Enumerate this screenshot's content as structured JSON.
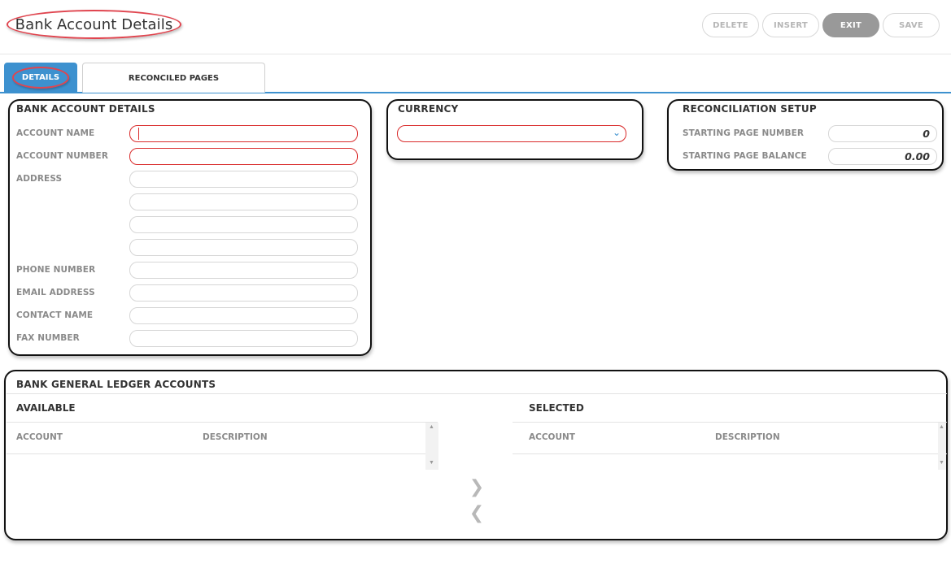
{
  "header": {
    "title": "Bank Account Details",
    "buttons": {
      "delete": "DELETE",
      "insert": "INSERT",
      "exit": "EXIT",
      "save": "SAVE"
    }
  },
  "tabs": {
    "details": "DETAILS",
    "reconciled": "RECONCILED PAGES"
  },
  "bank_details": {
    "title": "BANK ACCOUNT DETAILS",
    "account_name": {
      "label": "ACCOUNT NAME",
      "value": ""
    },
    "account_number": {
      "label": "ACCOUNT NUMBER",
      "value": ""
    },
    "address": {
      "label": "ADDRESS",
      "lines": [
        "",
        "",
        "",
        ""
      ]
    },
    "phone": {
      "label": "PHONE NUMBER",
      "value": ""
    },
    "email": {
      "label": "EMAIL ADDRESS",
      "value": ""
    },
    "contact": {
      "label": "CONTACT NAME",
      "value": ""
    },
    "fax": {
      "label": "FAX NUMBER",
      "value": ""
    }
  },
  "currency": {
    "title": "CURRENCY",
    "selected": ""
  },
  "reconciliation": {
    "title": "RECONCILIATION SETUP",
    "starting_page_number": {
      "label": "STARTING PAGE NUMBER",
      "value": "0"
    },
    "starting_page_balance": {
      "label": "STARTING PAGE BALANCE",
      "value": "0.00"
    }
  },
  "ledger": {
    "title": "BANK GENERAL LEDGER ACCOUNTS",
    "available": {
      "title": "AVAILABLE",
      "columns": [
        "ACCOUNT",
        "DESCRIPTION"
      ]
    },
    "selected": {
      "title": "SELECTED",
      "columns": [
        "ACCOUNT",
        "DESCRIPTION"
      ]
    },
    "move_right": "❯",
    "move_left": "❮"
  },
  "colors": {
    "accent": "#3d91cf",
    "required": "#d92b2b",
    "annotation": "#e0454f"
  }
}
